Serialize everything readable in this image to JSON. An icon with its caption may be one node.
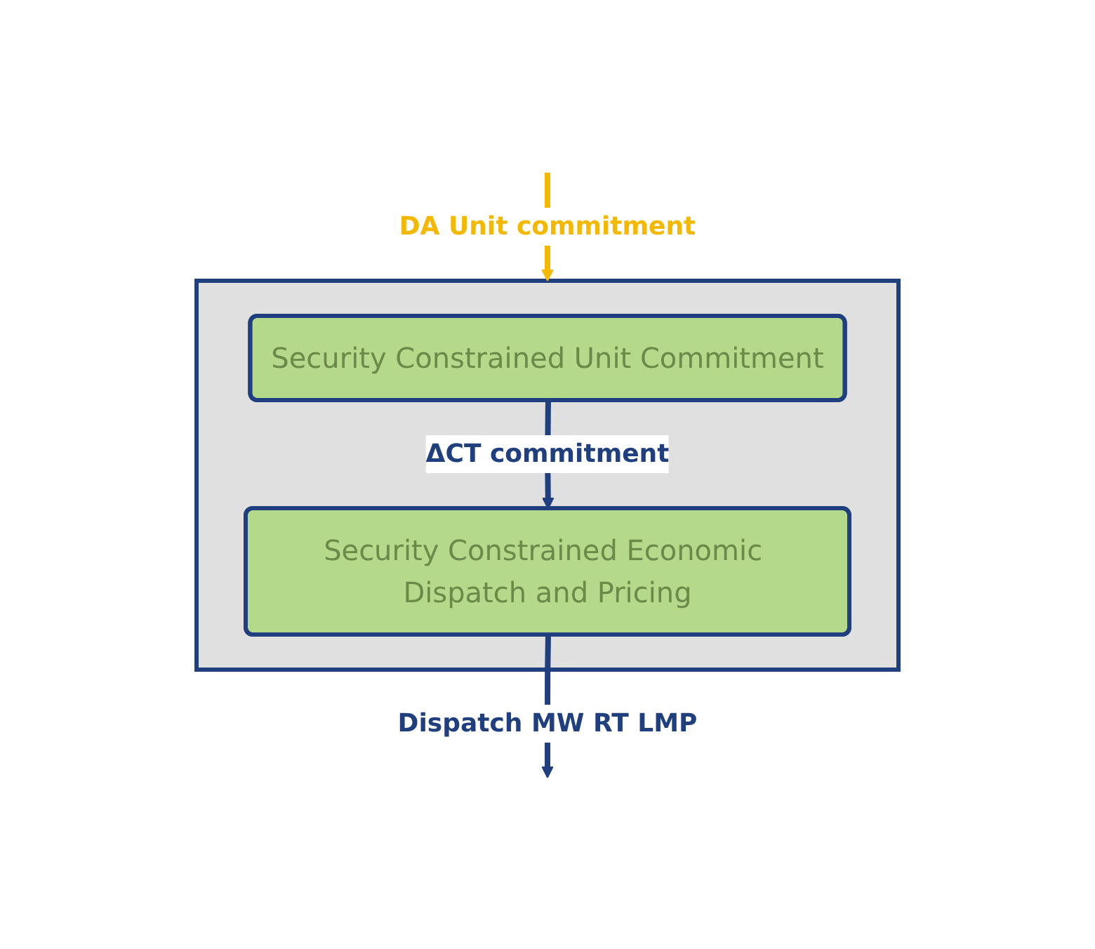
{
  "diagram": {
    "nodes": [
      {
        "text": [],
        "shape": "box"
      },
      {
        "text": [
          "Security Constrained Unit Commitment"
        ],
        "in": 0
      },
      {
        "text": [
          "Security Constrained Economic Dispatch and Pricing"
        ],
        "in": 0
      }
    ],
    "edges": [
      {
        "from": null,
        "to": 0,
        "arrow": "to",
        "label": "DA Unit commitment",
        "color": "#f5b800"
      },
      {
        "from": 1,
        "to": 2,
        "arrow": "to",
        "label": "ΔCT commitment"
      },
      {
        "from": 2,
        "to": null,
        "arrow": "to",
        "label": "Dispatch MW RT LMP"
      }
    ]
  }
}
